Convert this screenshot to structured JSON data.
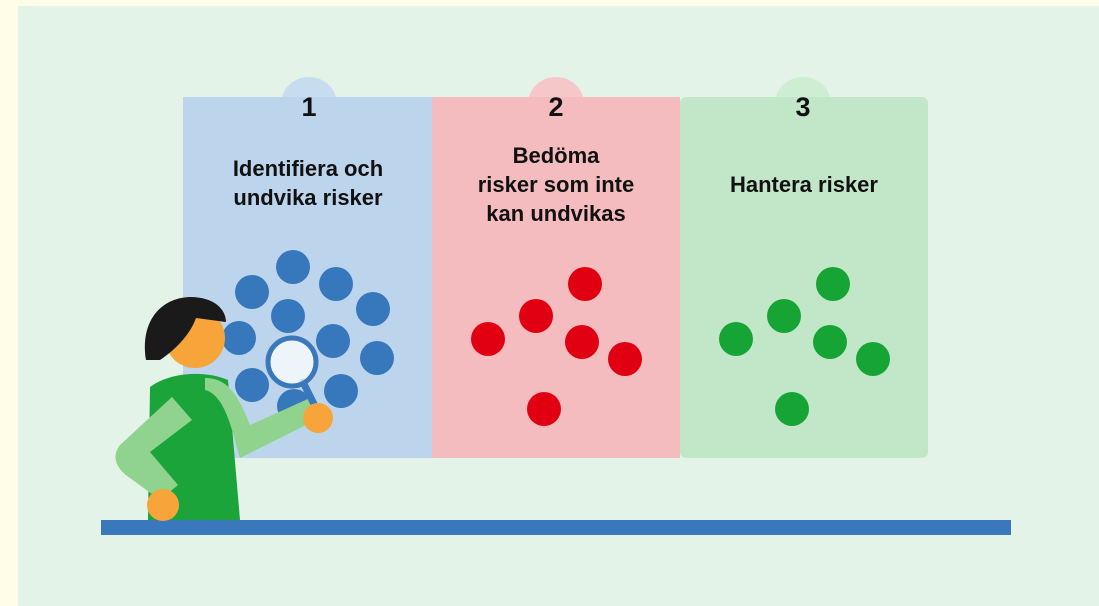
{
  "panels": [
    {
      "number": "1",
      "title_lines": [
        "Identifiera och",
        "undvika risker"
      ],
      "color": "#bdd5ec",
      "tab_color": "#c8dcf0",
      "dot_color": "#3777bc"
    },
    {
      "number": "2",
      "title_lines": [
        "Bedöma",
        "risker som inte",
        "kan undvikas"
      ],
      "color": "#f4bcbf",
      "tab_color": "#f6c7c9",
      "dot_color": "#e00012"
    },
    {
      "number": "3",
      "title_lines": [
        "Hantera risker"
      ],
      "color": "#c2e7c8",
      "tab_color": "#cdeed2",
      "dot_color": "#16a534"
    }
  ],
  "colors": {
    "background": "#e3f3e7",
    "frame": "#fffde8",
    "ground_line": "#3a78bb",
    "person_shirt": "#1aa43a",
    "person_arm": "#8fd38f",
    "person_skin": "#f7a43a",
    "person_hair": "#1a1a1a"
  },
  "icons": {
    "person": "person-with-magnifier-illustration",
    "magnifier": "magnifying-glass-icon"
  }
}
